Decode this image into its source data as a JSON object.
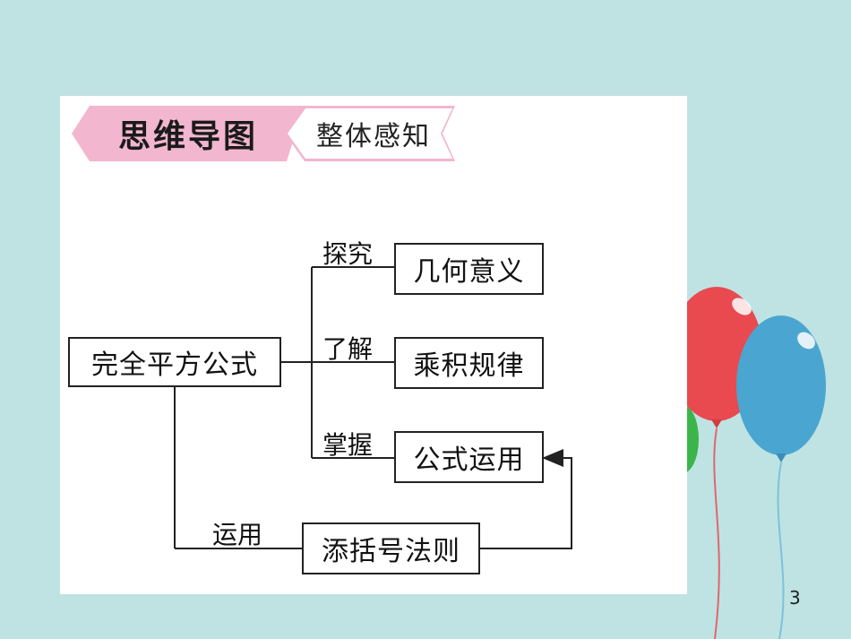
{
  "header": {
    "title": "思维导图",
    "subtitle": "整体感知"
  },
  "diagram": {
    "root": "完全平方公式",
    "branches": [
      {
        "label": "探究",
        "node": "几何意义"
      },
      {
        "label": "了解",
        "node": "乘积规律"
      },
      {
        "label": "掌握",
        "node": "公式运用"
      }
    ],
    "bottom": {
      "label": "运用",
      "node": "添括号法则"
    }
  },
  "footer": {
    "page_number": "3"
  },
  "colors": {
    "background": "#bfe3e3",
    "banner": "#f2b6cf",
    "balloon_red": "#e84a4f",
    "balloon_blue": "#4aa6d0",
    "balloon_green": "#3bb54a"
  }
}
